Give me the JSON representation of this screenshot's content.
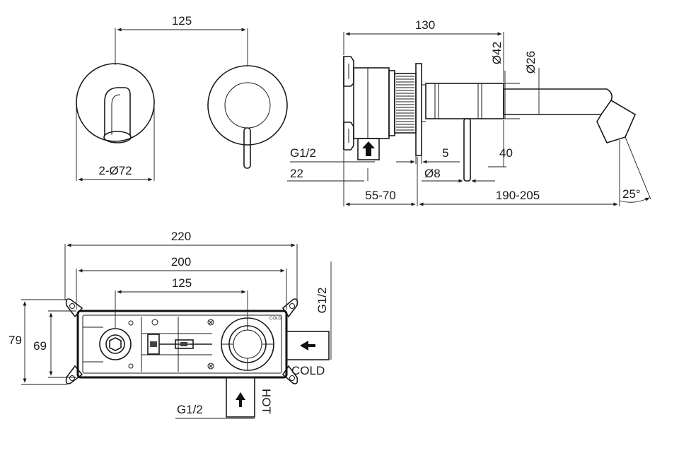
{
  "top": {
    "d125": "125",
    "d2x72": "2-Ø72",
    "d130": "130",
    "d42": "Ø42",
    "d26": "Ø26",
    "g12": "G1/2",
    "d5": "5",
    "d40": "40",
    "d22": "22",
    "d8": "Ø8",
    "d5570": "55-70",
    "d190205": "190-205",
    "d25": "25°"
  },
  "bottom": {
    "d220": "220",
    "d200": "200",
    "d125": "125",
    "d79": "79",
    "d69": "69",
    "g12_right": "G1/2",
    "g12_bottom": "G1/2",
    "cold": "COLD",
    "hot": "HOT",
    "cold_small": "COLD"
  }
}
